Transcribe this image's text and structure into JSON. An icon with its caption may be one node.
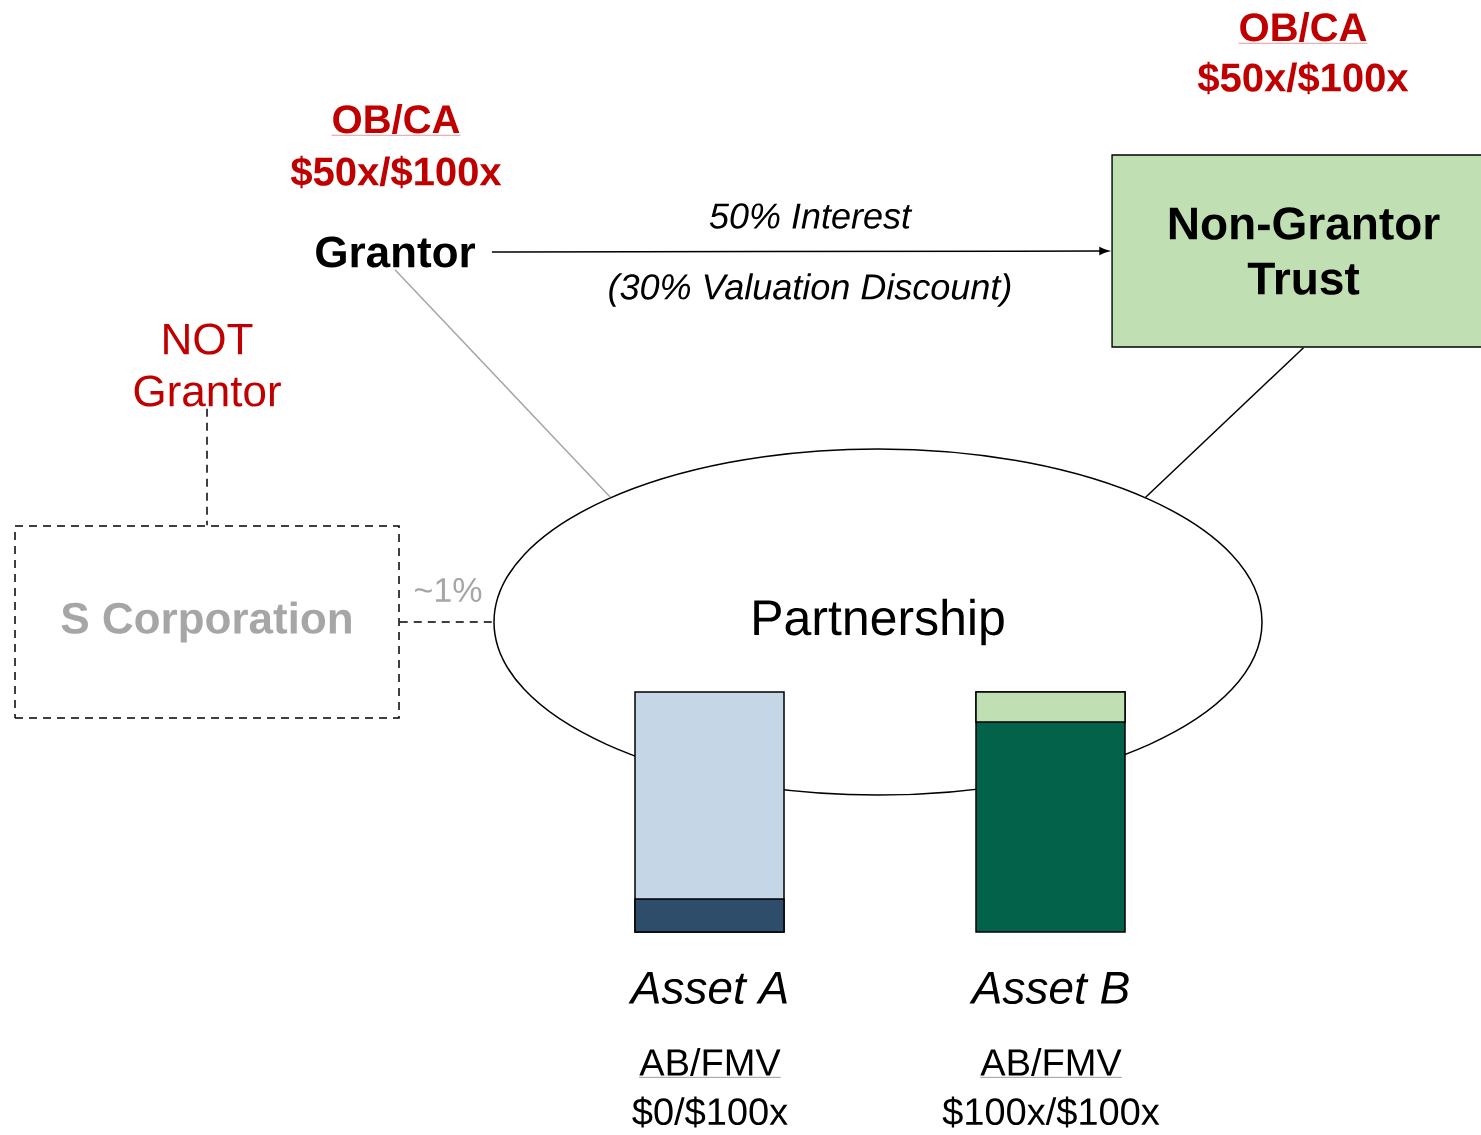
{
  "diagram": {
    "nodes": [
      {
        "text": [
          "OB/CA",
          "$50x/$100x",
          "Grantor"
        ]
      },
      {
        "text": [
          "Non-Grantor Trust"
        ],
        "beside": [
          "OB/CA",
          "$50x/$100x"
        ]
      },
      {
        "text": [
          "NOT Grantor"
        ]
      },
      {
        "text": [
          "S Corporation"
        ]
      },
      {
        "text": [
          "Partnership"
        ]
      },
      {
        "text": [
          "Asset A"
        ],
        "beside": [
          "AB/FMV",
          "$0/$100x"
        ]
      },
      {
        "text": [
          "Asset B"
        ],
        "beside": [
          "AB/FMV",
          "$100x/$100x"
        ]
      }
    ],
    "edges": [
      {
        "from": 0,
        "to": 1,
        "arrow": "to",
        "label": "50% Interest"
      },
      {
        "from": 0,
        "to": 4,
        "arrow": "none",
        "color": "#a6a6a6"
      },
      {
        "from": 1,
        "to": 4,
        "arrow": "none"
      },
      {
        "from": 2,
        "to": 3,
        "arrow": "none",
        "style": "dashed"
      },
      {
        "from": 3,
        "to": 4,
        "arrow": "none",
        "style": "dashed",
        "label": "~1%"
      }
    ],
    "labels": [
      "(30% Valuation Discount)"
    ]
  }
}
